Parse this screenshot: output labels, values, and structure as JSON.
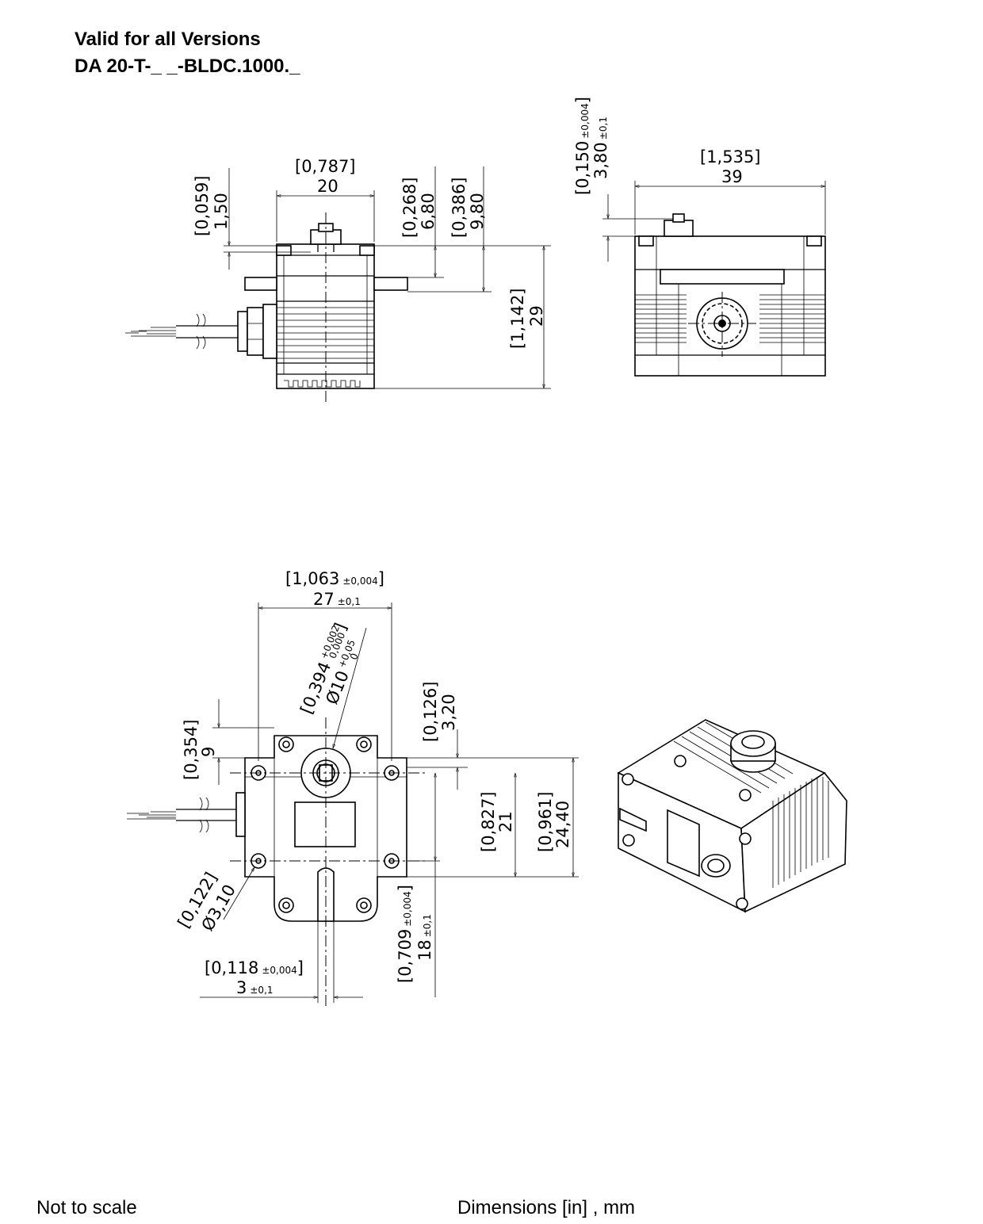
{
  "header": {
    "line1": "Valid for all Versions",
    "line2": "DA 20-T-_ _-BLDC.1000._"
  },
  "footer": {
    "left": "Not to scale",
    "right": "Dimensions [in] , mm"
  },
  "side_view": {
    "dim_top_width_in": "[0,787]",
    "dim_top_width_mm": "20",
    "dim_shaft_height_in": "[0,059]",
    "dim_shaft_height_mm": "1,50",
    "dim_a_in": "[0,268]",
    "dim_a_mm": "6,80",
    "dim_b_in": "[0,386]",
    "dim_b_mm": "9,80",
    "dim_total_in": "[1,142]",
    "dim_total_mm": "29"
  },
  "front_view": {
    "dim_shaft_in": "[0,150",
    "dim_shaft_in_tol": "±0,004",
    "dim_shaft_in_close": "]",
    "dim_shaft_mm": "3,80",
    "dim_shaft_mm_tol": "±0,1",
    "dim_width_in": "[1,535]",
    "dim_width_mm": "39"
  },
  "top_view": {
    "dim_hole_span_in": "[1,063",
    "dim_hole_span_in_tol": "±0,004",
    "dim_hole_span_in_close": "]",
    "dim_hole_span_mm": "27",
    "dim_hole_span_mm_tol": "±0,1",
    "dim_bore_in": "[0,394",
    "dim_bore_in_tol_up": "+0,002",
    "dim_bore_in_tol_low": "0,000",
    "dim_bore_in_close": "]",
    "dim_bore_mm": "Ø10",
    "dim_bore_mm_tol_up": "+0,05",
    "dim_bore_mm_tol_low": "0",
    "dim_c_in": "[0,126]",
    "dim_c_mm": "3,20",
    "dim_d_in": "[0,354]",
    "dim_d_mm": "9",
    "dim_e_in": "[0,827]",
    "dim_e_mm": "21",
    "dim_f_in": "[0,961]",
    "dim_f_mm": "24,40",
    "dim_hole_in": "[0,122]",
    "dim_hole_mm": "Ø3,10",
    "dim_slot_in": "[0,118",
    "dim_slot_in_tol": "±0,004",
    "dim_slot_in_close": "]",
    "dim_slot_mm": "3",
    "dim_slot_mm_tol": "±0,1",
    "dim_g_in": "[0,709",
    "dim_g_in_tol": "±0,004",
    "dim_g_in_close": "]",
    "dim_g_mm": "18",
    "dim_g_mm_tol": "±0,1"
  }
}
